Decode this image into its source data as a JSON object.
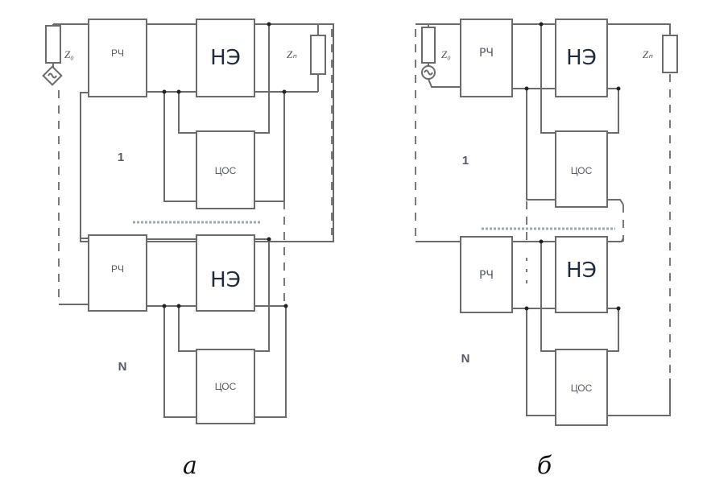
{
  "figure": {
    "panels": [
      {
        "id": "a",
        "caption": "а",
        "stage_first_label": "1",
        "stage_last_label": "N",
        "blocks": {
          "rf": "РЧ",
          "ne": "НЭ",
          "fb": "ЦОС"
        },
        "source_impedance_label": "Z₀",
        "load_impedance_label": "Zₙ"
      },
      {
        "id": "b",
        "caption": "б",
        "stage_first_label": "1",
        "stage_last_label": "N",
        "blocks": {
          "rf": "РЧ",
          "ne": "НЭ",
          "fb": "ЦОС"
        },
        "source_impedance_label": "Z₀",
        "load_impedance_label": "Zₙ"
      }
    ],
    "icons": {
      "source": "ac-source-icon",
      "resistor": "resistor-icon"
    },
    "colors": {
      "wire": "#6b6b6b",
      "text": "#1f2a3c",
      "dotted_separator": "#9aa6b8"
    }
  }
}
